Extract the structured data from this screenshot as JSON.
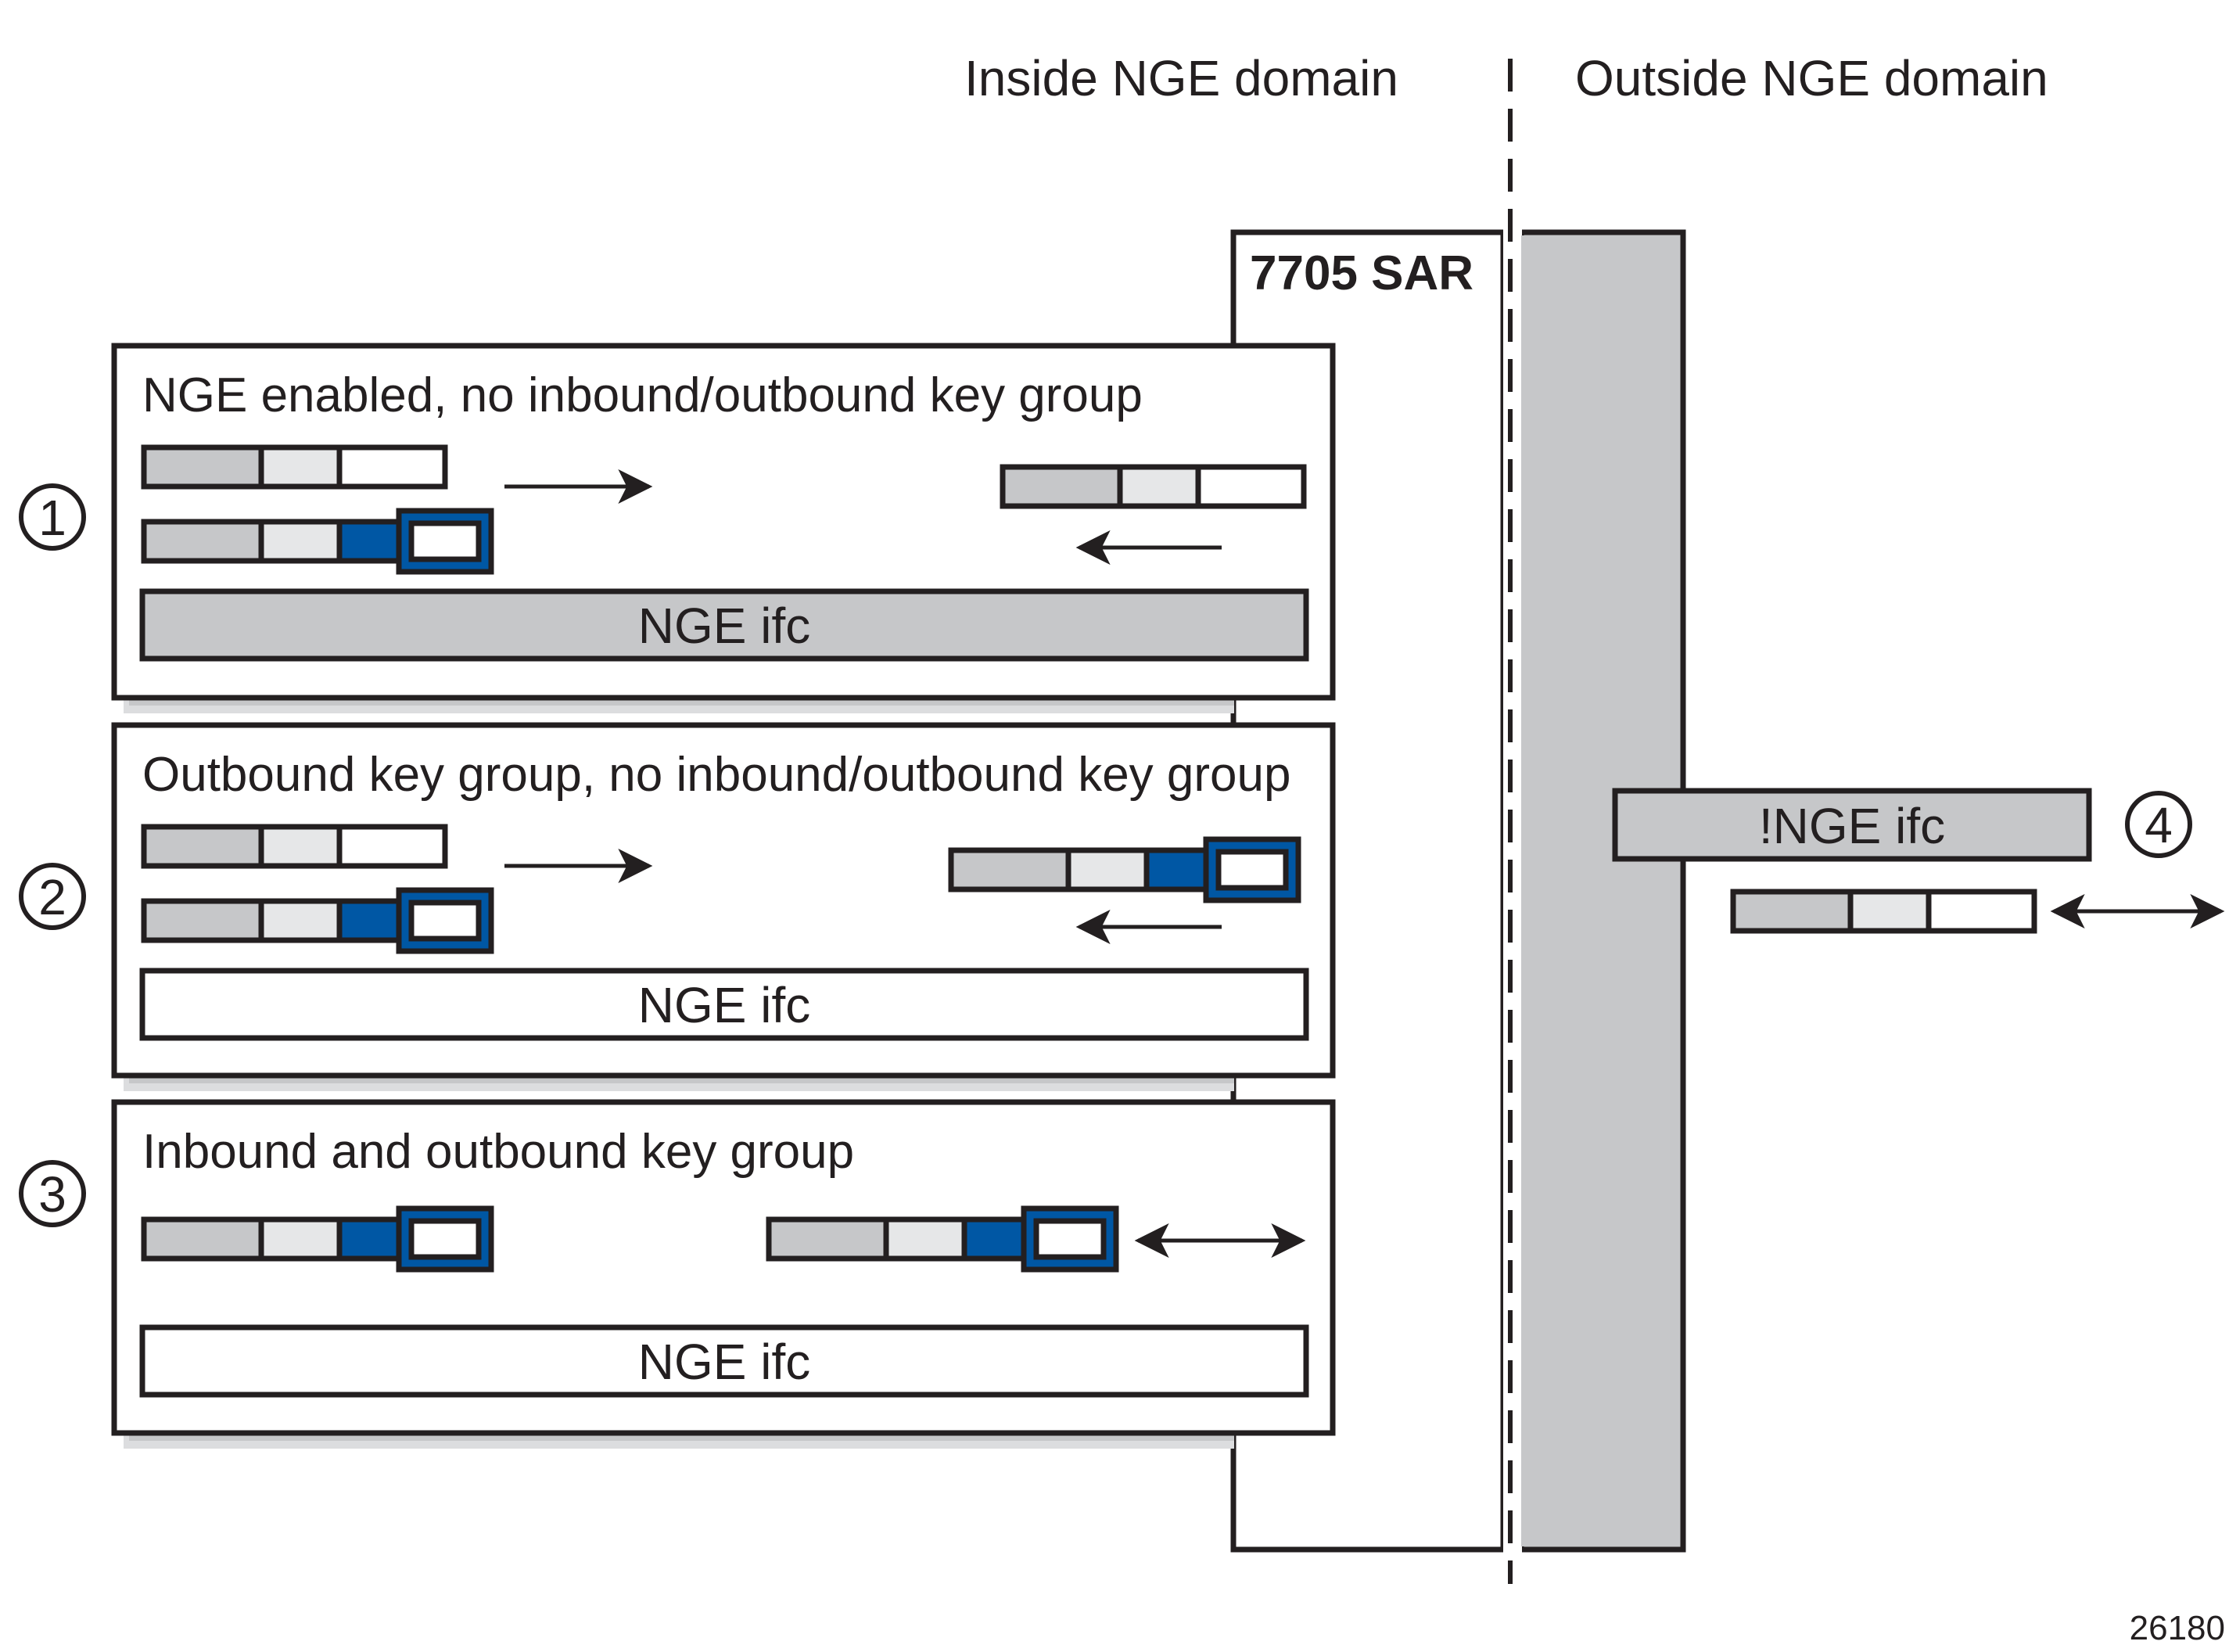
{
  "headers": {
    "inside": "Inside NGE domain",
    "outside": "Outside NGE domain"
  },
  "device": {
    "label": "7705 SAR"
  },
  "scenarios": [
    {
      "number": "1",
      "title": "NGE enabled, no inbound/outbound key group",
      "ifc_label": "NGE ifc",
      "ifc_shaded": true,
      "left_packets": [
        {
          "encrypted": false
        },
        {
          "encrypted": true
        }
      ],
      "right_packet": {
        "encrypted": false
      },
      "arrows": [
        "right",
        "left"
      ]
    },
    {
      "number": "2",
      "title": "Outbound key group, no inbound/outbound key group",
      "ifc_label": "NGE ifc",
      "ifc_shaded": false,
      "left_packets": [
        {
          "encrypted": false
        },
        {
          "encrypted": true
        }
      ],
      "right_packet": {
        "encrypted": true
      },
      "arrows": [
        "right",
        "left"
      ]
    },
    {
      "number": "3",
      "title": "Inbound and outbound key group",
      "ifc_label": "NGE ifc",
      "ifc_shaded": false,
      "left_packets": [
        {
          "encrypted": true
        }
      ],
      "right_packet": {
        "encrypted": true
      },
      "arrows": [
        "both"
      ]
    }
  ],
  "outside": {
    "number": "4",
    "ifc_label": "!NGE ifc",
    "packet": {
      "encrypted": false
    },
    "arrow": "both"
  },
  "figure_id": "26180",
  "colors": {
    "line": "#231f20",
    "gray_dark": "#c6c7c9",
    "gray_light": "#e6e7e8",
    "shadow_dark": "#c6c7c9",
    "shadow_light": "#dcdddf",
    "blue": "#0057a4",
    "white": "#ffffff"
  }
}
